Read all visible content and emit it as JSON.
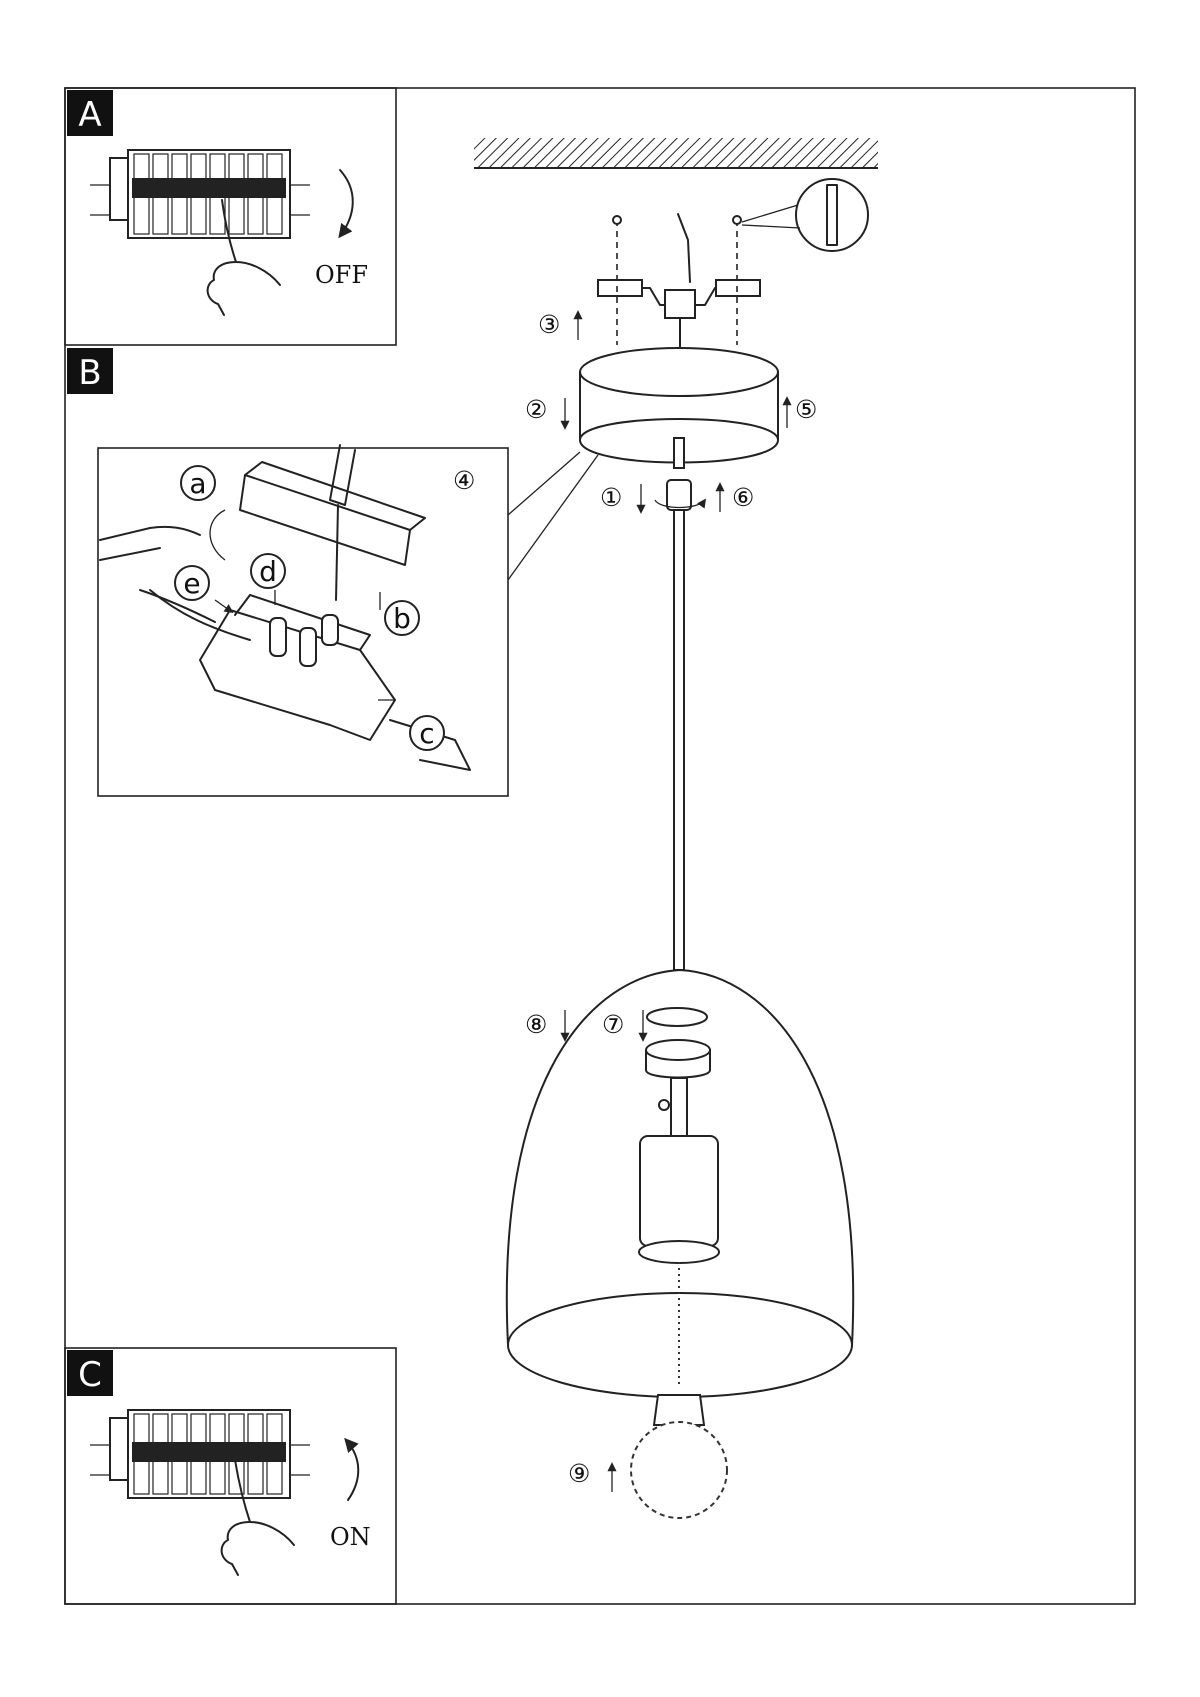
{
  "panels": {
    "a": {
      "label": "A",
      "switch_text": "OFF"
    },
    "b": {
      "label": "B"
    },
    "c": {
      "label": "C",
      "switch_text": "ON"
    }
  },
  "steps": [
    "①",
    "②",
    "③",
    "④",
    "⑤",
    "⑥",
    "⑦",
    "⑧",
    "⑨"
  ],
  "detail_labels": [
    "a",
    "b",
    "c",
    "d",
    "e"
  ]
}
